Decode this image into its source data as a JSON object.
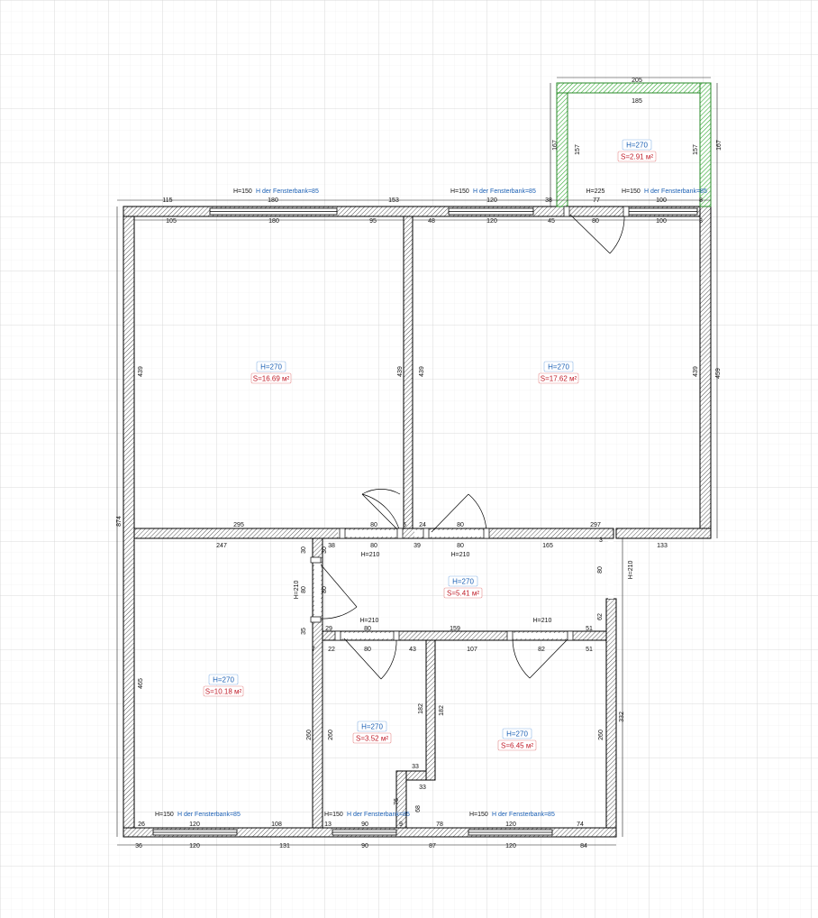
{
  "colors": {
    "wall_outline": "#000000",
    "wall_hatch": "#555555",
    "balcony": "#33aa33",
    "height_label": "#1a5fb4",
    "area_label": "#c01c28",
    "grid": "#dcdcdc"
  },
  "rooms": [
    {
      "id": "room-1",
      "height": "H=270",
      "area": "S=16.69 м²"
    },
    {
      "id": "room-2",
      "height": "H=270",
      "area": "S=17.62 м²"
    },
    {
      "id": "balcony",
      "height": "H=270",
      "area": "S=2.91 м²"
    },
    {
      "id": "hall",
      "height": "H=270",
      "area": "S=5.41 м²"
    },
    {
      "id": "room-3",
      "height": "H=270",
      "area": "S=10.18 м²"
    },
    {
      "id": "bath",
      "height": "H=270",
      "area": "S=3.52 м²"
    },
    {
      "id": "kitchen",
      "height": "H=270",
      "area": "S=6.45 м²"
    }
  ],
  "window_labels": [
    {
      "h": "H=150",
      "sill": "H der Fensterbank=85"
    },
    {
      "h": "H=150",
      "sill": "H der Fensterbank=85"
    },
    {
      "h": "H=150",
      "sill": "H der Fensterbank=85"
    },
    {
      "h": "H=150",
      "sill": "H der Fensterbank=85"
    },
    {
      "h": "H=150",
      "sill": "H der Fensterbank=85"
    },
    {
      "h": "H=150",
      "sill": "H der Fensterbank=85"
    }
  ],
  "door_height_labels": [
    "H=210",
    "H=210",
    "H=210",
    "H=210",
    "H=210",
    "H=210",
    "H=225"
  ],
  "dimensions": [
    "205",
    "185",
    "167",
    "157",
    "157",
    "167",
    "115",
    "180",
    "153",
    "120",
    "38",
    "77",
    "100",
    "8",
    "105",
    "180",
    "95",
    "48",
    "120",
    "45",
    "80",
    "100",
    "8",
    "439",
    "439",
    "439",
    "439",
    "459",
    "874",
    "295",
    "80",
    "5",
    "24",
    "80",
    "297",
    "38",
    "80",
    "39",
    "80",
    "165",
    "3",
    "133",
    "247",
    "30",
    "30",
    "80",
    "80",
    "80",
    "62",
    "35",
    "29",
    "80",
    "159",
    "51",
    "7",
    "22",
    "80",
    "43",
    "107",
    "82",
    "51",
    "465",
    "260",
    "182",
    "182",
    "33",
    "33",
    "260",
    "332",
    "260",
    "76",
    "68",
    "26",
    "120",
    "108",
    "13",
    "90",
    "9",
    "78",
    "120",
    "74",
    "36",
    "120",
    "131",
    "90",
    "87",
    "120",
    "84"
  ]
}
